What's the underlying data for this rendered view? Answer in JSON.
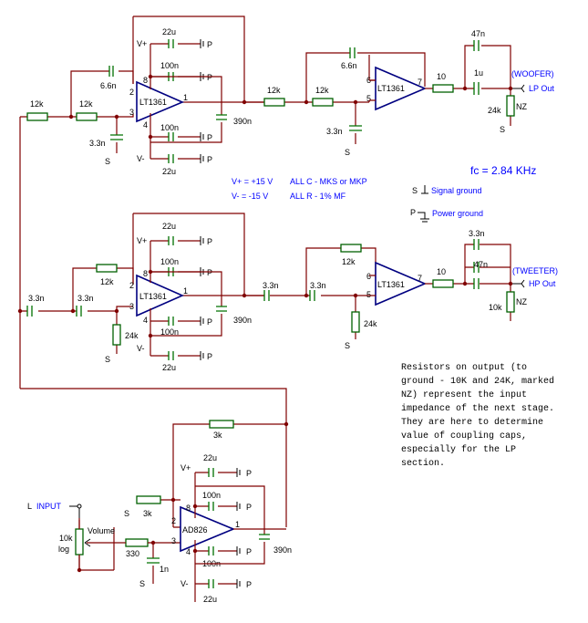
{
  "labels": {
    "woofer": "(WOOFER)",
    "lp_out": "LP Out",
    "tweeter": "(TWEETER)",
    "hp_out": "HP Out",
    "fc": "fc = 2.84 KHz",
    "vplus_note": "V+ = +15 V",
    "vminus_note": "V- = -15 V",
    "all_c": "ALL C - MKS or MKP",
    "all_r": "ALL R - 1% MF",
    "signal_ground": "Signal ground",
    "power_ground": "Power ground",
    "s": "S",
    "p": "P",
    "input": "INPUT",
    "l": "L",
    "volume": "Volume",
    "pot_value": "10k",
    "pot_type": "log",
    "nz": "NZ"
  },
  "note_lines": [
    "Resistors on output (to",
    "ground - 10K and 24K, marked",
    "NZ) represent the input",
    "impedance of the next stage.",
    "They are here to determine",
    "value of coupling caps,",
    "especially for the LP",
    "section."
  ],
  "opamps": [
    "LT1361",
    "LT1361",
    "LT1361",
    "LT1361",
    "AD826"
  ],
  "pins": {
    "p1": "1",
    "p2": "2",
    "p3": "3",
    "p4": "4",
    "p5": "5",
    "p6": "6",
    "p7": "7",
    "p8": "8"
  },
  "supply": {
    "vplus": "V+",
    "vminus": "V-"
  },
  "values": {
    "r12k": "12k",
    "r24k": "24k",
    "r10k": "10k",
    "r10": "10",
    "r3k": "3k",
    "r330": "330",
    "c22u": "22u",
    "c100n": "100n",
    "c390n": "390n",
    "c6_6n": "6.6n",
    "c3_3n": "3.3n",
    "c47n": "47n",
    "c1u": "1u",
    "c1n": "1n"
  },
  "colors": {
    "wire": "#800000",
    "component": "#006000",
    "opamp": "#000080",
    "label": "#0000ff"
  }
}
